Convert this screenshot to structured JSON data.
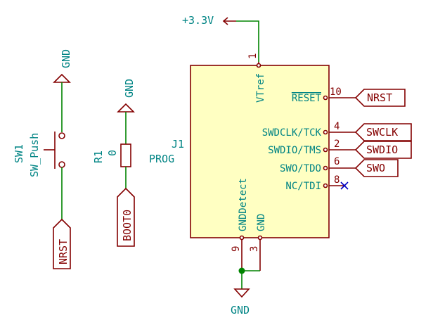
{
  "colors": {
    "wire": "#008400",
    "pin": "#840000",
    "body_fill": "#ffffc2",
    "label_text": "#840000",
    "ref_text": "#008484",
    "junction": "#008400",
    "nc_cross": "#0000c2"
  },
  "power": {
    "vcc_label": "+3.3V",
    "gnd_sw_label": "GND",
    "gnd_r_label": "GND",
    "gnd_bottom_label": "GND"
  },
  "switch": {
    "ref": "SW1",
    "value": "SW_Push"
  },
  "resistor": {
    "ref": "R1",
    "value": "0"
  },
  "connector": {
    "ref": "J1",
    "value": "PROG",
    "pins": {
      "vtref": {
        "name": "VTref",
        "number": "1"
      },
      "reset": {
        "name": "RESET",
        "number": "10"
      },
      "swdclk": {
        "name": "SWDCLK/TCK",
        "number": "4"
      },
      "swdio": {
        "name": "SWDIO/TMS",
        "number": "2"
      },
      "swo": {
        "name": "SWO/TDO",
        "number": "6"
      },
      "nc": {
        "name": "NC/TDI",
        "number": "8"
      },
      "gnddetect": {
        "name": "GNDDetect",
        "number": "9"
      },
      "gnd": {
        "name": "GND",
        "number": "3"
      }
    }
  },
  "net_labels": {
    "nrst_right": "NRST",
    "swclk": "SWCLK",
    "swdio": "SWDIO",
    "swo": "SWO",
    "boot0": "BOOT0",
    "nrst_left": "NRST"
  }
}
